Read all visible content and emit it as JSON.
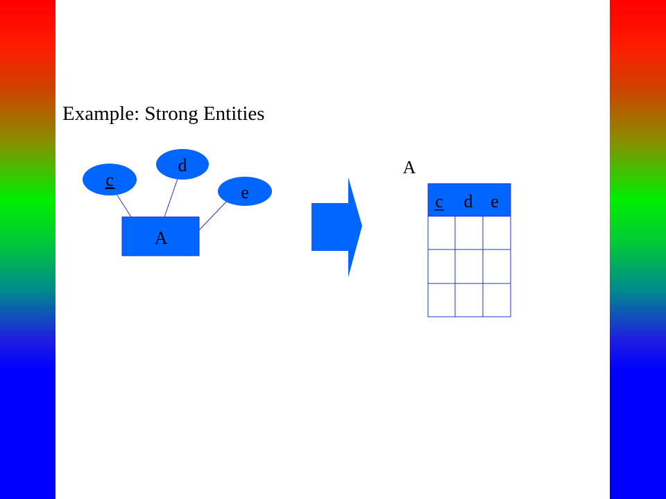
{
  "slide": {
    "title": "Example: Strong Entities"
  },
  "er_diagram": {
    "entity": {
      "name": "A"
    },
    "attributes": [
      {
        "name": "c",
        "key": true
      },
      {
        "name": "d",
        "key": false
      },
      {
        "name": "e",
        "key": false
      }
    ]
  },
  "relation_table": {
    "name": "A",
    "columns": [
      {
        "name": "c",
        "key": true
      },
      {
        "name": "d",
        "key": false
      },
      {
        "name": "e",
        "key": false
      }
    ],
    "empty_rows": 3
  },
  "colors": {
    "shape_fill": "#0066ff",
    "line": "#2233cc"
  }
}
